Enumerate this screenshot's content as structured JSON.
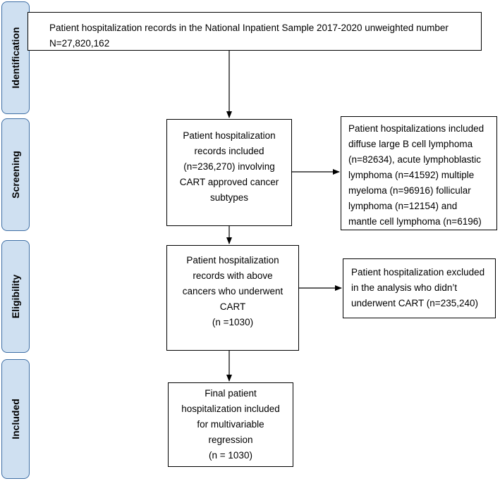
{
  "stages": [
    {
      "id": "identification",
      "label": "Identification"
    },
    {
      "id": "screening",
      "label": "Screening"
    },
    {
      "id": "eligibility",
      "label": "Eligibility"
    },
    {
      "id": "included",
      "label": "Included"
    }
  ],
  "boxes": {
    "records": {
      "lines": [
        "Patient hospitalization records in the National Inpatient Sample 2017-2020 unweighted number",
        "N=27,820,162"
      ]
    },
    "included_subtypes": {
      "lines": [
        "Patient hospitalization",
        "records included",
        "(n=236,270) involving",
        "CART approved cancer",
        "subtypes"
      ]
    },
    "subtypes_detail": {
      "lines": [
        "Patient hospitalizations included",
        "diffuse large B cell lymphoma",
        "(n=82634), acute lymphoblastic",
        "lymphoma (n=41592) multiple",
        "myeloma (n=96916) follicular",
        "lymphoma (n=12154) and",
        "mantle cell lymphoma (n=6196)"
      ]
    },
    "cart": {
      "lines": [
        "Patient hospitalization",
        "records with above",
        "cancers who underwent",
        "CART",
        "(n =1030)"
      ]
    },
    "excluded": {
      "lines": [
        "Patient hospitalization excluded",
        "in the analysis who didn’t",
        "underwent CART (n=235,240)"
      ]
    },
    "final": {
      "lines": [
        "Final patient",
        "hospitalization included",
        "for multivariable",
        "regression",
        "(n = 1030)"
      ]
    }
  }
}
